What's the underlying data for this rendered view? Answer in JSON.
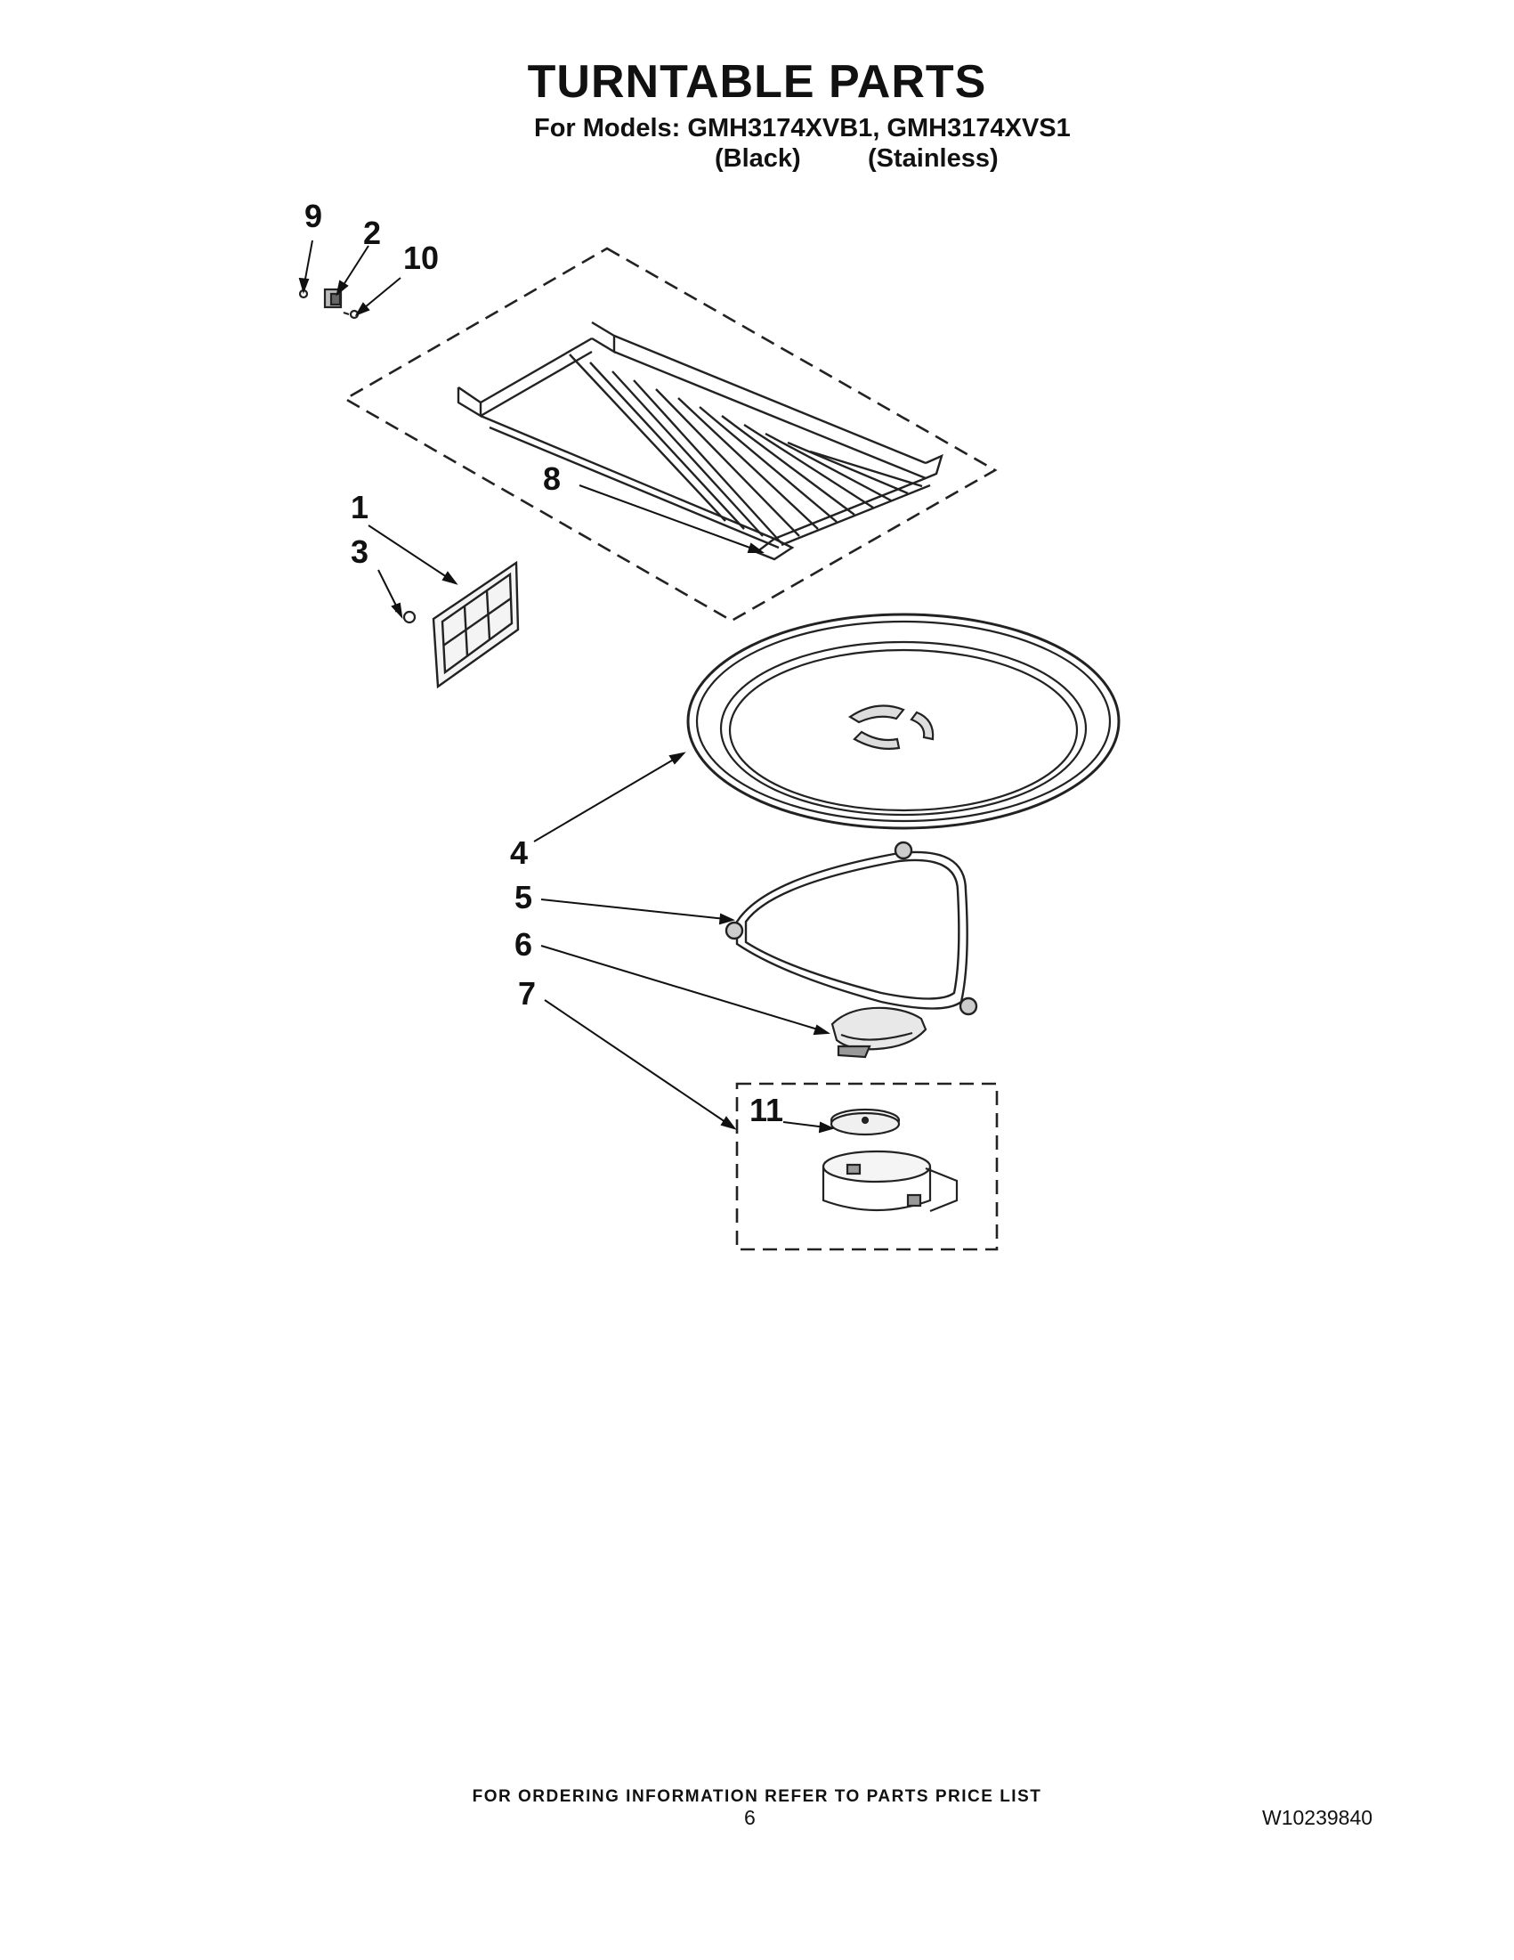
{
  "header": {
    "title": "TURNTABLE PARTS",
    "models_line": "For Models: GMH3174XVB1, GMH3174XVS1",
    "variant_black": "(Black)",
    "variant_stainless": "(Stainless)"
  },
  "callouts": {
    "c1": "1",
    "c2": "2",
    "c3": "3",
    "c4": "4",
    "c5": "5",
    "c6": "6",
    "c7": "7",
    "c8": "8",
    "c9": "9",
    "c10": "10",
    "c11": "11"
  },
  "footer": {
    "ordering_note": "FOR ORDERING INFORMATION REFER TO PARTS PRICE LIST",
    "page_number": "6",
    "document_number": "W10239840"
  }
}
